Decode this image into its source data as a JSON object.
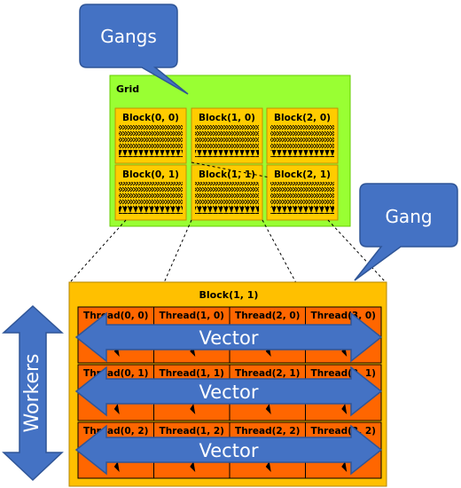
{
  "callouts": {
    "gangs": "Gangs",
    "gang": "Gang"
  },
  "grid": {
    "title": "Grid",
    "blocks": [
      [
        "Block(0, 0)",
        "Block(1, 0)",
        "Block(2, 0)"
      ],
      [
        "Block(0, 1)",
        "Block(1, 1)",
        "Block(2, 1)"
      ]
    ]
  },
  "block_detail": {
    "title": "Block(1, 1)",
    "threads": [
      [
        "Thread(0, 0)",
        "Thread(1, 0)",
        "Thread(2, 0)",
        "Thread(3, 0)"
      ],
      [
        "Thread(0, 1)",
        "Thread(1, 1)",
        "Thread(2, 1)",
        "Thread(3, 1)"
      ],
      [
        "Thread(0, 2)",
        "Thread(1, 2)",
        "Thread(2, 2)",
        "Thread(3, 2)"
      ]
    ]
  },
  "arrows": {
    "vector_label": "Vector",
    "workers_label": "Workers"
  },
  "colors": {
    "callout": "#4472c4",
    "callout_border": "#2f5597",
    "grid_bg": "#99ff33",
    "block_bg": "#ffcc00",
    "block_detail_bg": "#ffc000",
    "thread_bg": "#ff6600",
    "arrow": "#4472c4"
  }
}
